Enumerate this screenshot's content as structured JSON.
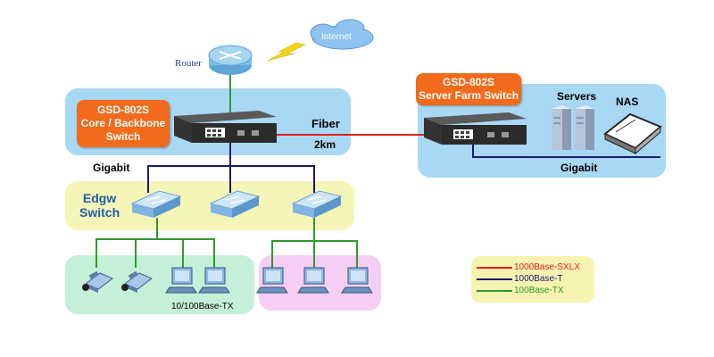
{
  "router": {
    "label": "Router"
  },
  "cloud": {
    "label": "Internet"
  },
  "core": {
    "label_lines": [
      "GSD-802S",
      "Core / Backbone",
      "Switch"
    ],
    "fiber": "Fiber",
    "distance": "2km"
  },
  "server_farm": {
    "label_lines": [
      "GSD-802S",
      "Server Farm Switch"
    ],
    "servers": "Servers",
    "nas": "NAS",
    "link": "Gigabit"
  },
  "uplink": {
    "label": "Gigabit"
  },
  "edge": {
    "label_lines": [
      "Edgw",
      "Switch"
    ]
  },
  "access": {
    "label": "10/100Base-TX"
  },
  "legend": {
    "items": [
      {
        "label": "1000Base-SXLX",
        "color": "#e02020"
      },
      {
        "label": "1000Base-T",
        "color": "#1a1a6e"
      },
      {
        "label": "100Base-TX",
        "color": "#2e9a2e"
      }
    ]
  },
  "colors": {
    "core_zone": "#a9d8f5",
    "edge_zone": "#f6f5b8",
    "green_zone": "#c4f0d8",
    "pink_zone": "#f6cdf3",
    "legend_zone": "#f6f3b0"
  }
}
